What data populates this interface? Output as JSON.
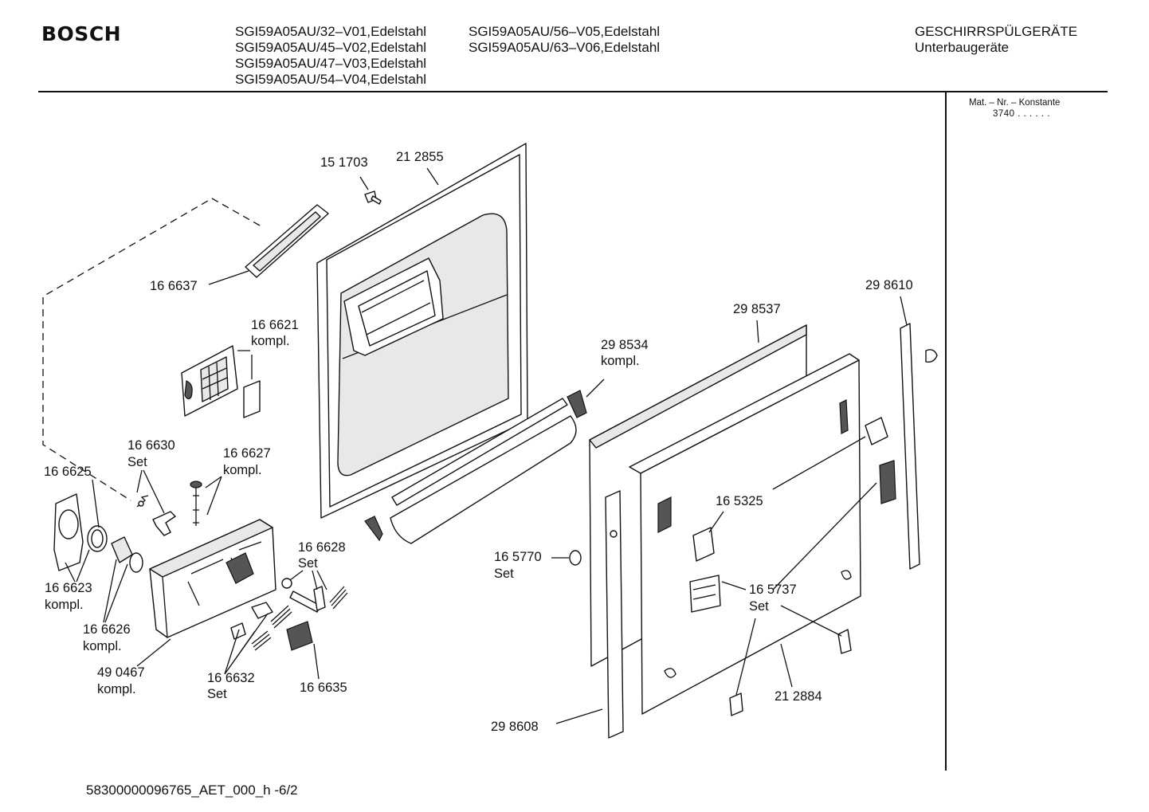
{
  "header": {
    "brand": "BOSCH",
    "models_col1": [
      "SGI59A05AU/32–V01,Edelstahl",
      "SGI59A05AU/45–V02,Edelstahl",
      "SGI59A05AU/47–V03,Edelstahl",
      "SGI59A05AU/54–V04,Edelstahl"
    ],
    "models_col2": [
      "SGI59A05AU/56–V05,Edelstahl",
      "SGI59A05AU/63–V06,Edelstahl"
    ],
    "category": "GESCHIRRSPÜLGERÄTE",
    "subcategory": "Unterbaugeräte"
  },
  "mat_info": {
    "label": "Mat. – Nr. – Konstante",
    "value": "3740 . .  . . . ."
  },
  "parts": {
    "p151703": "15 1703",
    "p212855": "21 2855",
    "p166637": "16 6637",
    "p166621": "16 6621",
    "p166621_sub": "kompl.",
    "p166630": "16 6630",
    "p166630_sub": "Set",
    "p166627": "16 6627",
    "p166627_sub": "kompl.",
    "p166625": "16 6625",
    "p166623": "16 6623",
    "p166623_sub": "kompl.",
    "p166626": "16 6626",
    "p166626_sub": "kompl.",
    "p490467": "49 0467",
    "p490467_sub": "kompl.",
    "p166628": "16 6628",
    "p166628_sub": "Set",
    "p166632": "16 6632",
    "p166632_sub": "Set",
    "p166635": "16 6635",
    "p298534": "29 8534",
    "p298534_sub": "kompl.",
    "p298537": "29 8537",
    "p298610": "29 8610",
    "p165325": "16 5325",
    "p165770": "16 5770",
    "p165770_sub": "Set",
    "p165737": "16 5737",
    "p165737_sub": "Set",
    "p212884": "21 2884",
    "p298608": "29 8608"
  },
  "footer": {
    "doc_id": "58300000096765_AET_000_h  -6/2"
  }
}
